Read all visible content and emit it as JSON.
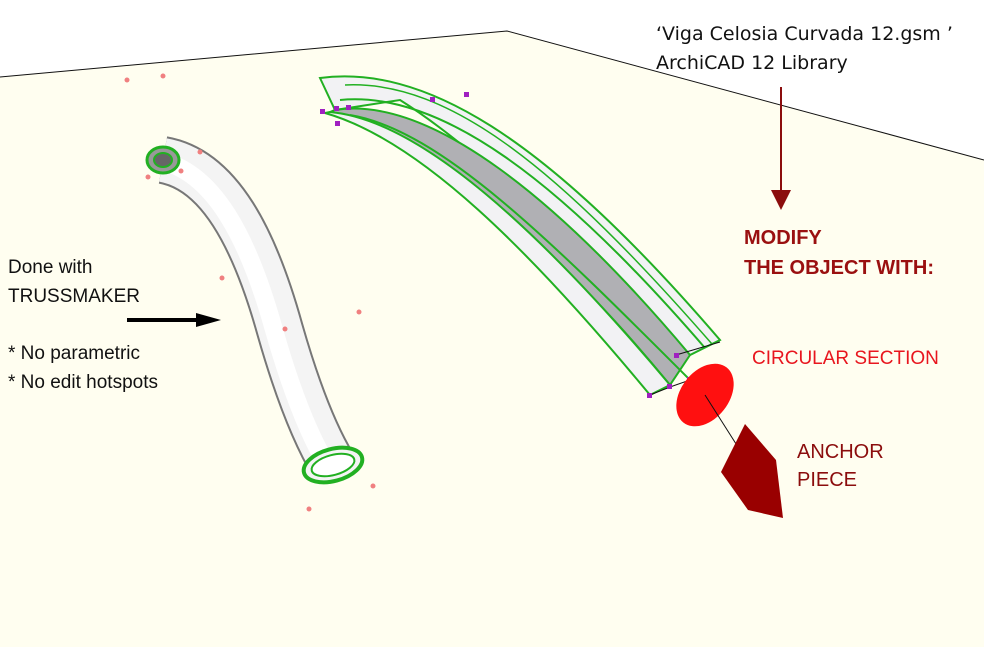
{
  "header": {
    "object_name": "‘Viga Celosia Curvada 12.gsm ’",
    "library": "ArchiCAD 12 Library"
  },
  "left_note": {
    "line1": "Done with",
    "line2": "TRUSSMAKER",
    "bullet1": "* No parametric",
    "bullet2": "* No edit hotspots"
  },
  "modify_note": {
    "line1": "MODIFY",
    "line2": "THE OBJECT WITH:"
  },
  "circular_section_label": "CIRCULAR SECTION",
  "anchor_piece": {
    "line1": "ANCHOR",
    "line2": "PIECE"
  },
  "colors": {
    "ground": "#fffef0",
    "outline_green": "#22b022",
    "hotspot_purple": "#a020c0",
    "hotspot_pink": "#f08080",
    "circular_section": "#ff1010",
    "anchor_piece": "#990000",
    "modify_text": "#9a1010"
  }
}
